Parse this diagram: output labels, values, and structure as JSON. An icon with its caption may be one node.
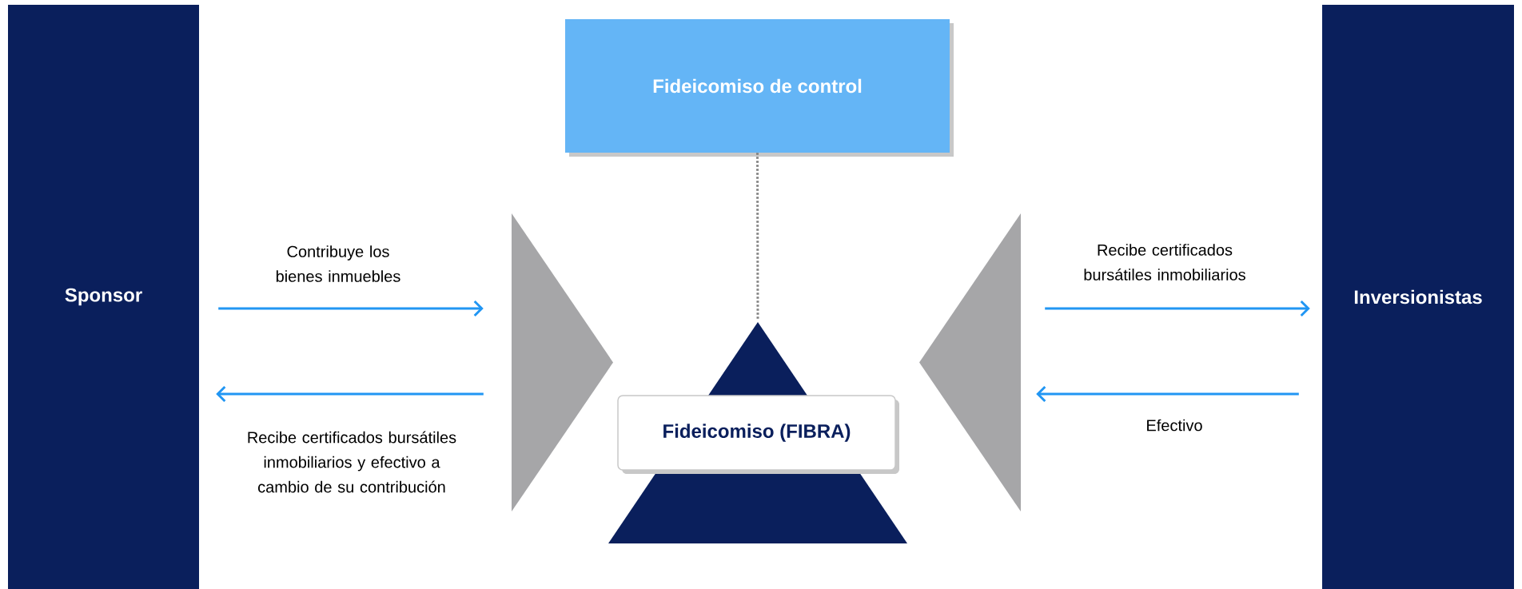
{
  "diagram": {
    "nodes": [
      {
        "text": [
          "Sponsor"
        ]
      },
      {
        "text": [
          "Fideicomiso de control"
        ]
      },
      {
        "text": [],
        "shape": "triangle"
      },
      {
        "text": [],
        "shape": "triangle"
      },
      {
        "text": [
          "Fideicomiso (FIBRA)"
        ],
        "in": 3
      },
      {
        "text": [],
        "shape": "triangle"
      },
      {
        "text": [
          "Inversionistas"
        ]
      }
    ],
    "edges": [
      {
        "from": 0,
        "to": 2,
        "arrow": "to",
        "label": "Contribuye los bienes inmuebles"
      },
      {
        "from": 2,
        "to": 0,
        "arrow": "to",
        "label": "Recibe certificados bursátiles inmobiliarios y efectivo a cambio de su contribución"
      },
      {
        "from": 5,
        "to": 6,
        "arrow": "to",
        "label": "Recibe certificados bursátiles inmobiliarios"
      },
      {
        "from": 6,
        "to": 5,
        "arrow": "to",
        "label": "Efectivo"
      },
      {
        "from": 1,
        "to": 3,
        "arrow": "none",
        "style": "dashed",
        "color": "#7f7f7f"
      }
    ]
  }
}
